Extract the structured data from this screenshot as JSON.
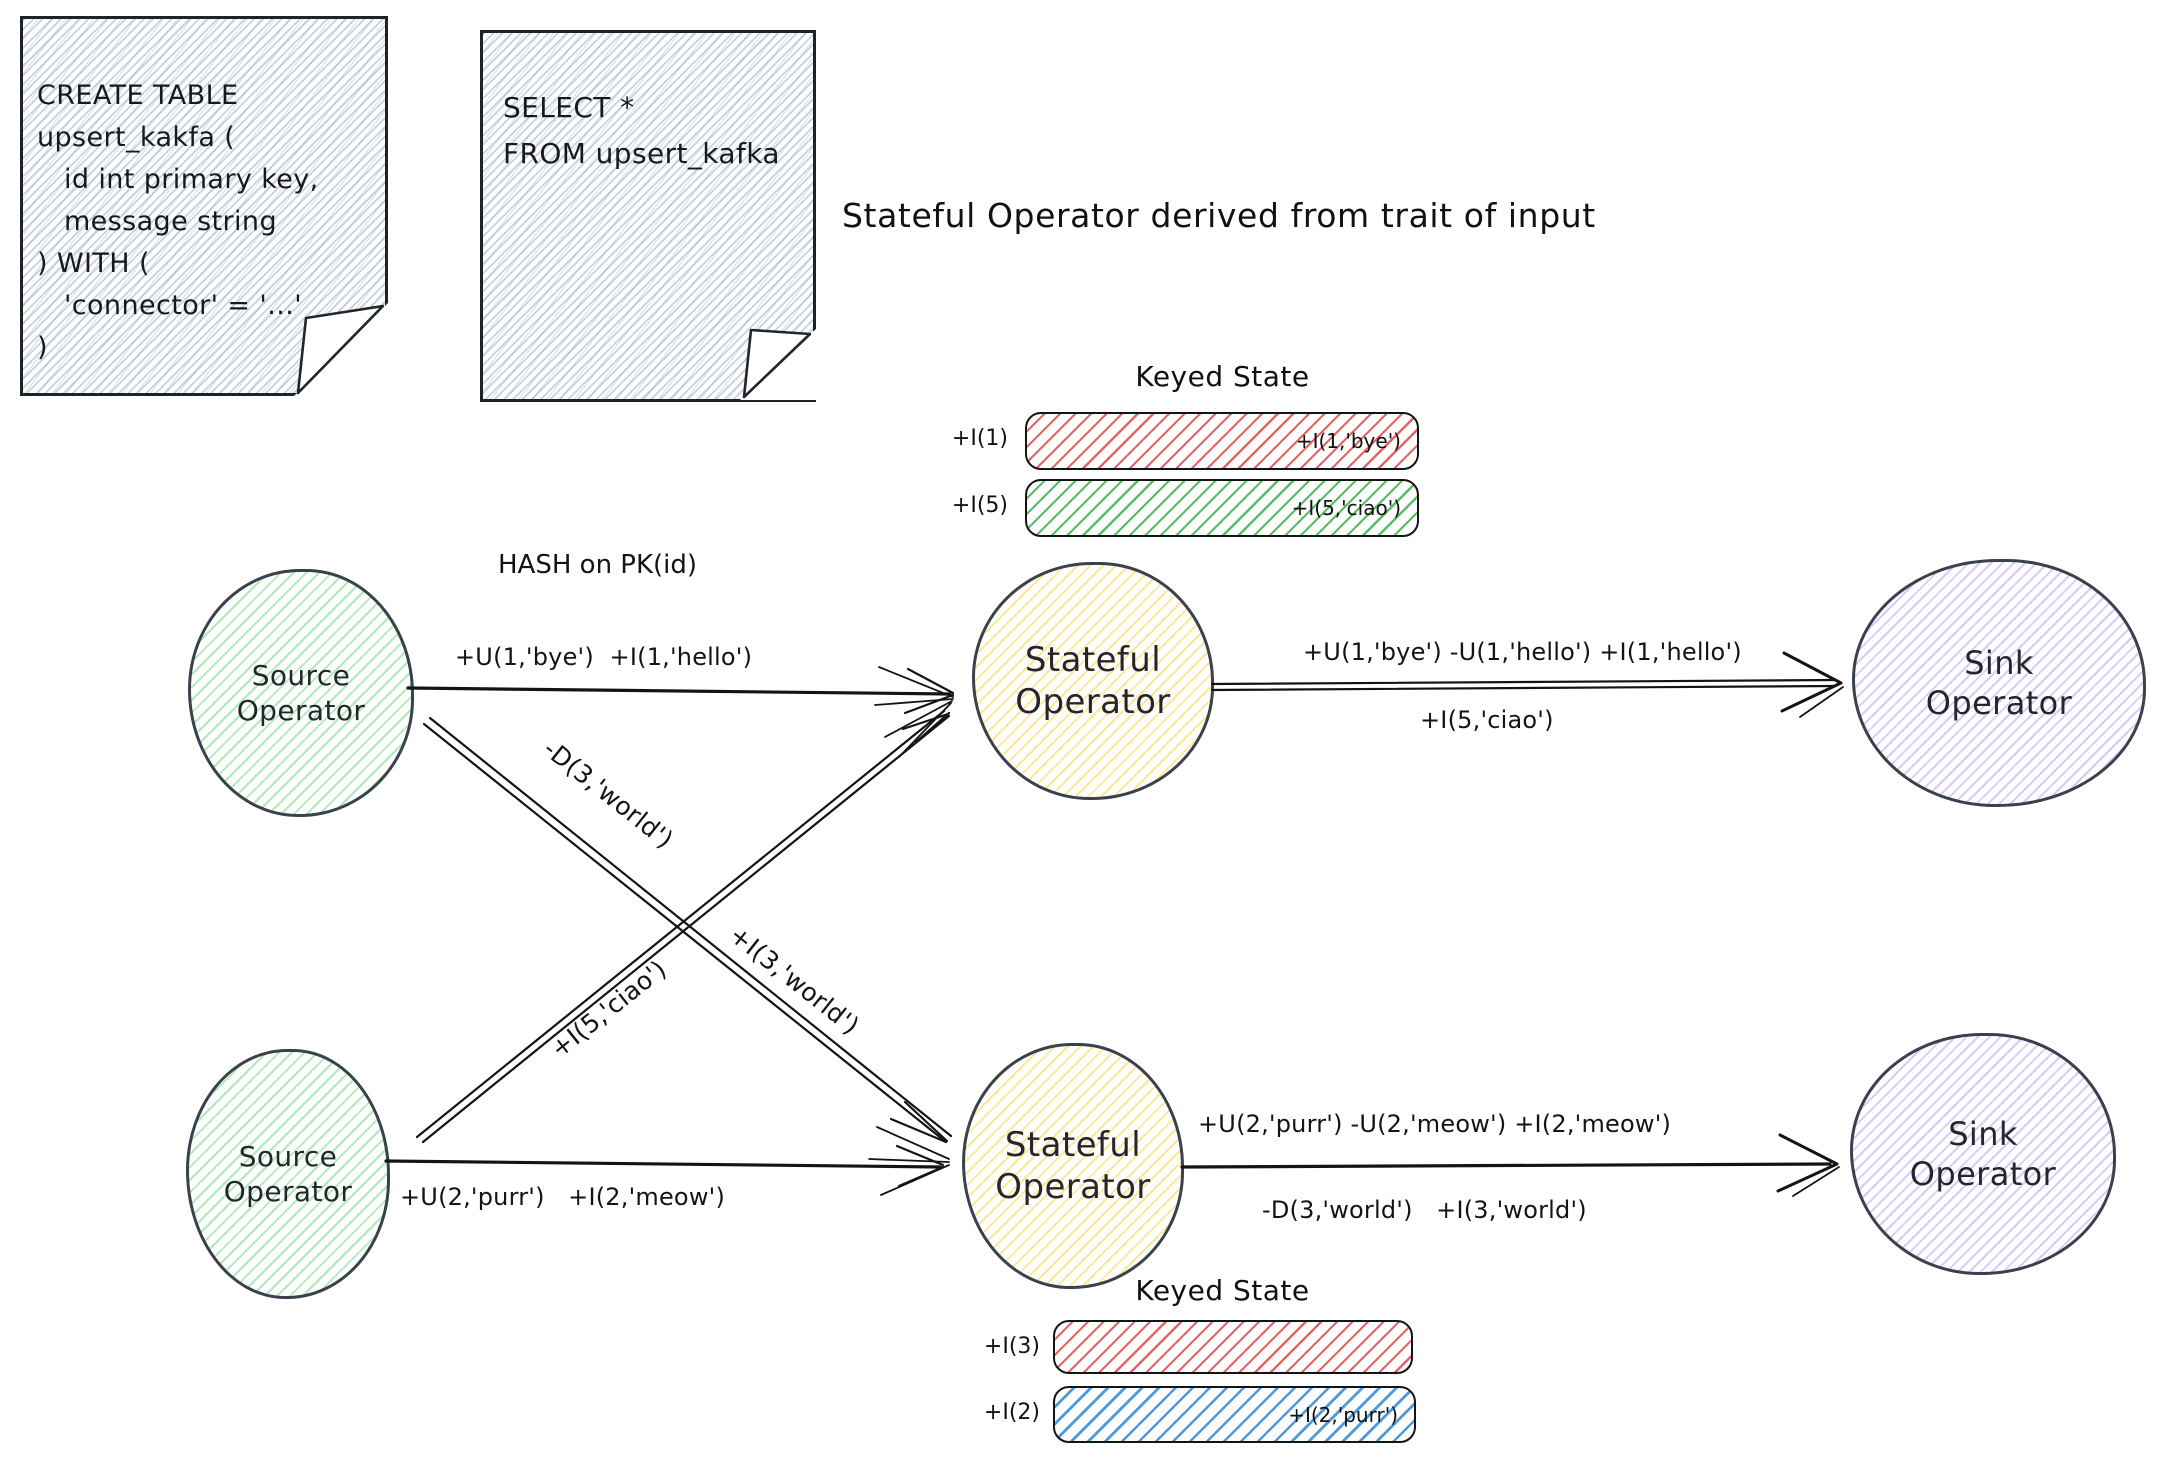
{
  "title": "Stateful Operator derived from trait of input",
  "sticky_notes": [
    {
      "text": "CREATE TABLE\nupsert_kakfa (\n   id int primary key,\n   message string\n) WITH (\n   'connector' = '...'\n)"
    },
    {
      "text": "SELECT *\nFROM upsert_kafka"
    }
  ],
  "hash_label": "HASH on PK(id)",
  "operators": {
    "source_top": {
      "label": "Source\nOperator"
    },
    "source_bottom": {
      "label": "Source\nOperator"
    },
    "stateful_top": {
      "label": "Stateful\nOperator"
    },
    "stateful_bottom": {
      "label": "Stateful\nOperator"
    },
    "sink_top": {
      "label": "Sink\nOperator"
    },
    "sink_bottom": {
      "label": "Sink\nOperator"
    }
  },
  "edge_labels": {
    "src_top_to_stateful_top": "+U(1,'bye')  +I(1,'hello')",
    "src_top_to_stateful_bottom_upper": "-D(3,'world')",
    "src_top_to_stateful_bottom_lower": "+I(3,'world')",
    "src_bottom_to_stateful_top": "+I(5,'ciao')",
    "src_bottom_to_stateful_bottom": "+U(2,'purr')   +I(2,'meow')",
    "stateful_top_to_sink_above": "+U(1,'bye') -U(1,'hello') +I(1,'hello')",
    "stateful_top_to_sink_below": "+I(5,'ciao')",
    "stateful_bottom_to_sink_above": "+U(2,'purr') -U(2,'meow') +I(2,'meow')",
    "stateful_bottom_to_sink_below": "-D(3,'world')   +I(3,'world')"
  },
  "keyed_state_top": {
    "title": "Keyed State",
    "rows": [
      {
        "key": "+I(1)",
        "value": "+I(1,'bye')",
        "color": "#e03131"
      },
      {
        "key": "+I(5)",
        "value": "+I(5,'ciao')",
        "color": "#2f9e44"
      }
    ]
  },
  "keyed_state_bottom": {
    "title": "Keyed State",
    "rows": [
      {
        "key": "+I(3)",
        "value": "",
        "color": "#e03131"
      },
      {
        "key": "+I(2)",
        "value": "+I(2,'purr')",
        "color": "#1c7ed6"
      }
    ]
  },
  "colors": {
    "ink": "#1e1e1e",
    "operator_stroke": "#39424c",
    "source_fill": "#40c057",
    "stateful_fill": "#ffd43b",
    "sink_fill": "#9775fa",
    "note_hatch": "#94a3b8",
    "state_red": "#e03131",
    "state_green": "#2f9e44",
    "state_blue": "#1c7ed6"
  }
}
